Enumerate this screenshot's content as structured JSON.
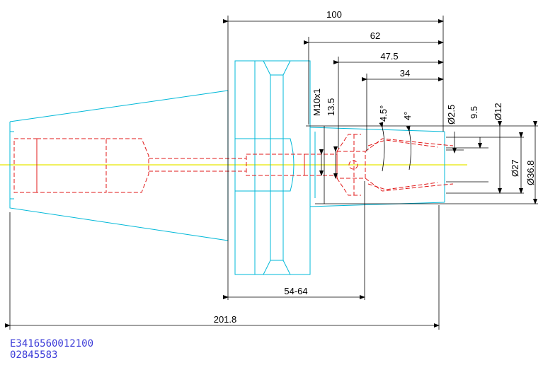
{
  "drawing": {
    "colors": {
      "outline": "#00b8d8",
      "hidden": "#e01818",
      "center": "#e8e800",
      "dimension": "#000000",
      "part_text": "#3b3bd8"
    },
    "dimensions": {
      "overall_length": "201.8",
      "length_100": "100",
      "length_62": "62",
      "length_47_5": "47.5",
      "length_34": "34",
      "length_range": "54-64",
      "thread": "M10x1",
      "thread_len": "13.5",
      "angle_1": "4.5°",
      "angle_2": "4°",
      "dia_min": "Ø2.5",
      "dia_9_5": "9.5",
      "dia_12": "Ø12",
      "dia_27": "Ø27",
      "dia_36_8": "Ø36.8"
    }
  },
  "part_number": "E3416560012100",
  "order_number": "02845583"
}
